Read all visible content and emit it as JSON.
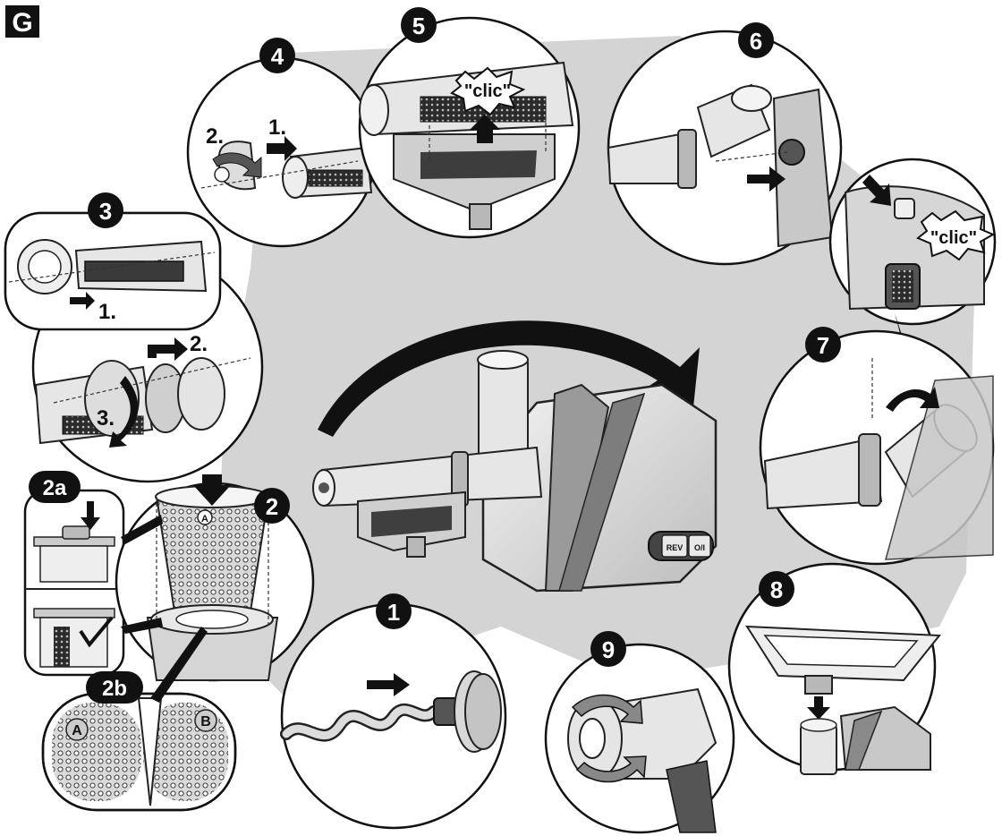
{
  "section_label": "G",
  "steps": {
    "s1": "1",
    "s2": "2",
    "s2a": "2a",
    "s2b": "2b",
    "s3": "3",
    "s4": "4",
    "s5": "5",
    "s6": "6",
    "s7": "7",
    "s8": "8",
    "s9": "9"
  },
  "annotations": {
    "clic5": "\"clic\"",
    "clic6": "\"clic\"",
    "s3_sub1": "1.",
    "s3_sub2": "2.",
    "s3_sub3": "3.",
    "s4_sub1": "1.",
    "s4_sub2": "2.",
    "sieve_a": "A",
    "sieve_b": "B",
    "sieve_2": "A"
  },
  "appliance": {
    "btn_rev": "REV",
    "btn_onoff": "O/I"
  },
  "colors": {
    "badge": "#111111",
    "backdrop": "#cfcfcf",
    "arrow": "#111111"
  }
}
